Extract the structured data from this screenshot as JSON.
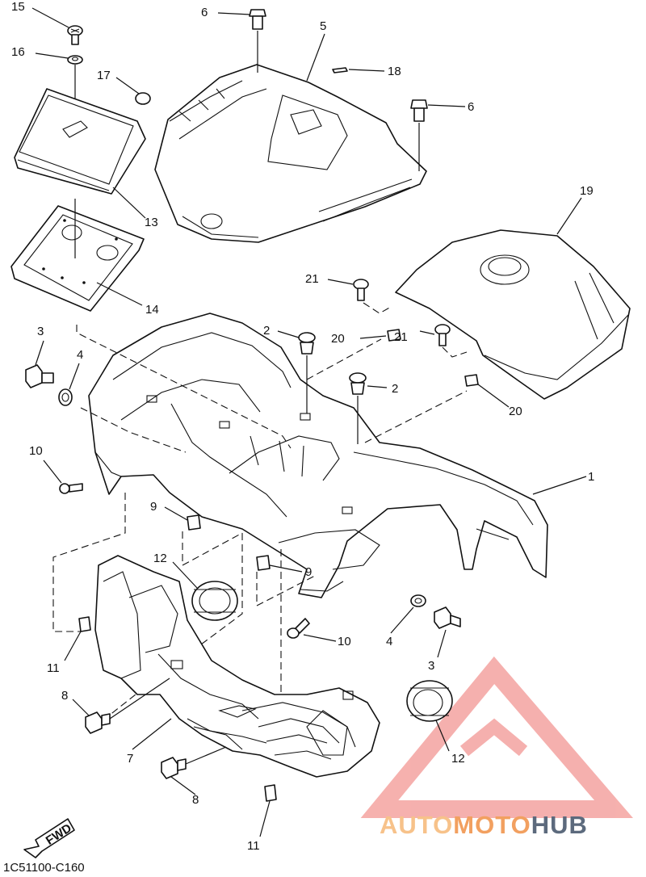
{
  "callouts": {
    "c1": "1",
    "c2a": "2",
    "c2b": "2",
    "c3a": "3",
    "c3b": "3",
    "c4a": "4",
    "c4b": "4",
    "c5": "5",
    "c6a": "6",
    "c6b": "6",
    "c7": "7",
    "c8a": "8",
    "c8b": "8",
    "c9a": "9",
    "c9b": "9",
    "c10a": "10",
    "c10b": "10",
    "c11a": "11",
    "c11b": "11",
    "c12a": "12",
    "c12b": "12",
    "c13": "13",
    "c14": "14",
    "c15": "15",
    "c16": "16",
    "c17": "17",
    "c18": "18",
    "c19": "19",
    "c20a": "20",
    "c20b": "20",
    "c21a": "21",
    "c21b": "21"
  },
  "fwd_label": "FWD",
  "reference_code": "1C51100-C160",
  "watermark": {
    "auto": "AUTO",
    "moto": "MOTO",
    "hub": "HUB"
  },
  "colors": {
    "line": "#111111",
    "watermark_triangle": "#f4a3a0",
    "watermark_auto": "#f7c28a",
    "watermark_moto": "#f2a060",
    "watermark_hub": "#5c6a7d"
  }
}
